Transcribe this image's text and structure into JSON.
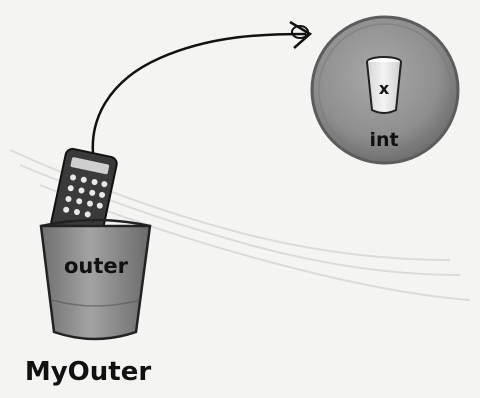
{
  "diagram": {
    "reference_variable": {
      "label": "outer",
      "type_label": "MyOuter",
      "icon": "remote-control-icon"
    },
    "object": {
      "field_name": "x",
      "field_type": "int",
      "icon": "cup-icon"
    },
    "colors": {
      "background": "#f4f4f2",
      "cup_gray": "#8a8a8a",
      "object_circle": "#8f8f8f",
      "remote_dark": "#3a3a3a",
      "text": "#111111"
    }
  }
}
